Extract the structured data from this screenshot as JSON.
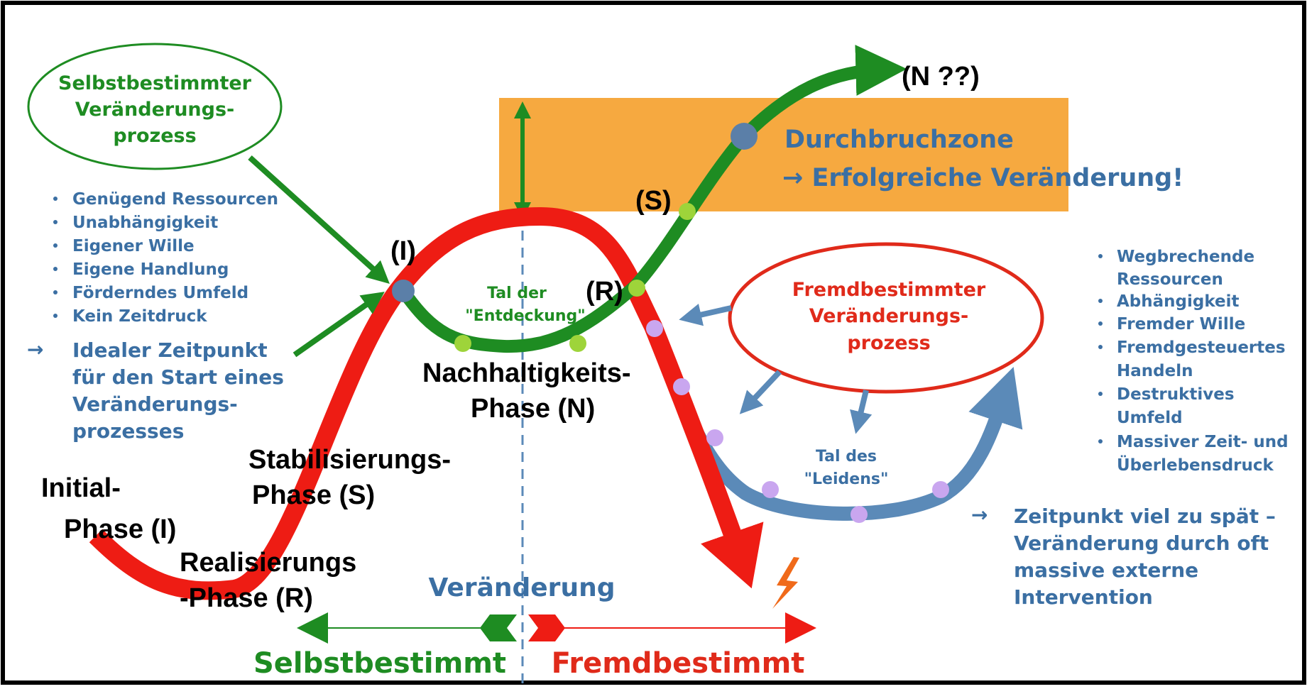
{
  "self_ellipse": {
    "line1": "Selbstbestimmter",
    "line2": "Veränderungs-",
    "line3": "prozess"
  },
  "self_bullets": [
    "Genügend Ressourcen",
    "Unabhängigkeit",
    "Eigener Wille",
    "Eigene Handlung",
    "Förderndes Umfeld",
    "Kein Zeitdruck"
  ],
  "self_conclusion": {
    "arrow": "→",
    "lines": [
      "Idealer Zeitpunkt",
      "für den Start eines",
      "Veränderungs-",
      "prozesses"
    ]
  },
  "breakthrough": {
    "line1": "Durchbruchzone",
    "line2": "→ Erfolgreiche Veränderung!"
  },
  "foreign_ellipse": {
    "line1": "Fremdbestimmter",
    "line2": "Veränderungs-",
    "line3": "prozess"
  },
  "foreign_bullets": [
    [
      "Wegbrechende",
      "Ressourcen"
    ],
    [
      "Abhängigkeit"
    ],
    [
      "Fremder Wille"
    ],
    [
      "Fremdgesteuertes",
      "Handeln"
    ],
    [
      "Destruktives",
      "Umfeld"
    ],
    [
      "Massiver Zeit- und",
      "Überlebensdruck"
    ]
  ],
  "foreign_conclusion": {
    "arrow": "→",
    "lines": [
      "Zeitpunkt viel zu spät –",
      "Veränderung durch oft",
      "massive externe",
      "Intervention"
    ]
  },
  "valley_discovery": {
    "line1": "Tal der",
    "line2": "\"Entdeckung\""
  },
  "valley_suffering": {
    "line1": "Tal des",
    "line2": "\"Leidens\""
  },
  "bottom": {
    "center": "Veränderung",
    "left": "Selbstbestimmt",
    "right": "Fremdbestimmt"
  },
  "phase_labels": {
    "initial": [
      "Initial-",
      "Phase (I)"
    ],
    "realisierung": [
      "Realisierungs",
      "-Phase (R)"
    ],
    "stabilisierung": [
      "Stabilisierungs-",
      "Phase (S)"
    ],
    "nachhaltigkeit": [
      "Nachhaltigkeits-",
      "Phase (N)"
    ],
    "marker_i": "(I)",
    "marker_r": "(R)",
    "marker_s": "(S)",
    "marker_n": "(N ??)"
  },
  "colors": {
    "green": "#1e8c22",
    "red": "#ee1c14",
    "blue": "#5b8ab8",
    "orange": "#f6a940",
    "purple_dot": "#c9a6ef",
    "lime_dot": "#9ed43a"
  }
}
